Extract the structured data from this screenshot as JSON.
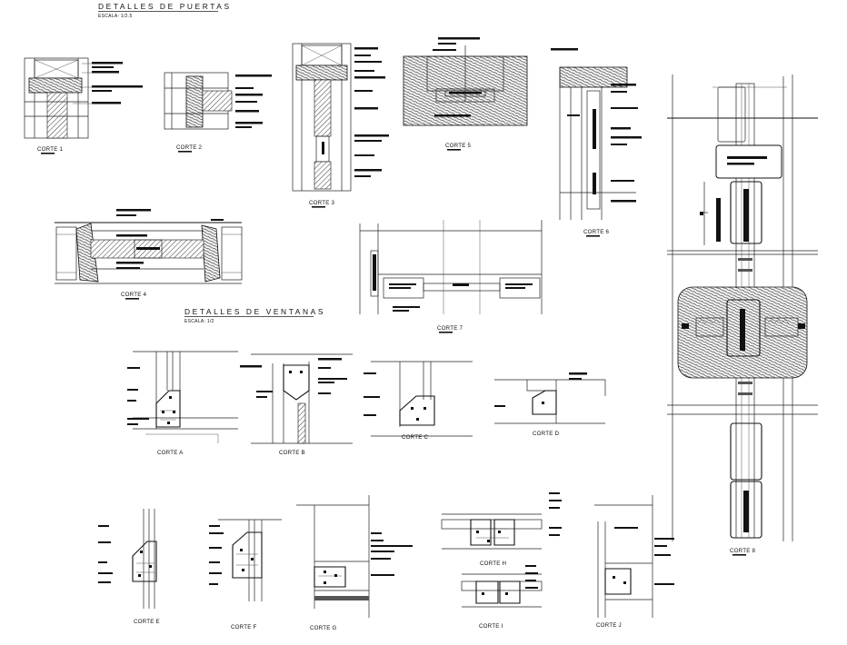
{
  "sections": {
    "doors": {
      "title": "DETALLES  DE PUERTAS",
      "scale": "ESCALA: 1/2.5"
    },
    "windows": {
      "title": "DETALLES  DE VENTANAS",
      "scale": "ESCALA: 1/2"
    }
  },
  "labels": {
    "corte1": "CORTE 1",
    "corte2": "CORTE 2",
    "corte3": "CORTE 3",
    "corte4": "CORTE 4",
    "corte5": "CORTE 5",
    "corte6": "CORTE 6",
    "corte7": "CORTE 7",
    "corte8": "CORTE 8",
    "corteA": "CORTE A",
    "corteB": "CORTE B",
    "corteC": "CORTE C",
    "corteD": "CORTE D",
    "corteE": "CORTE E",
    "corteF": "CORTE F",
    "corteG": "CORTE G",
    "corteH": "CORTE H",
    "corteI": "CORTE I",
    "corteJ": "CORTE J"
  }
}
